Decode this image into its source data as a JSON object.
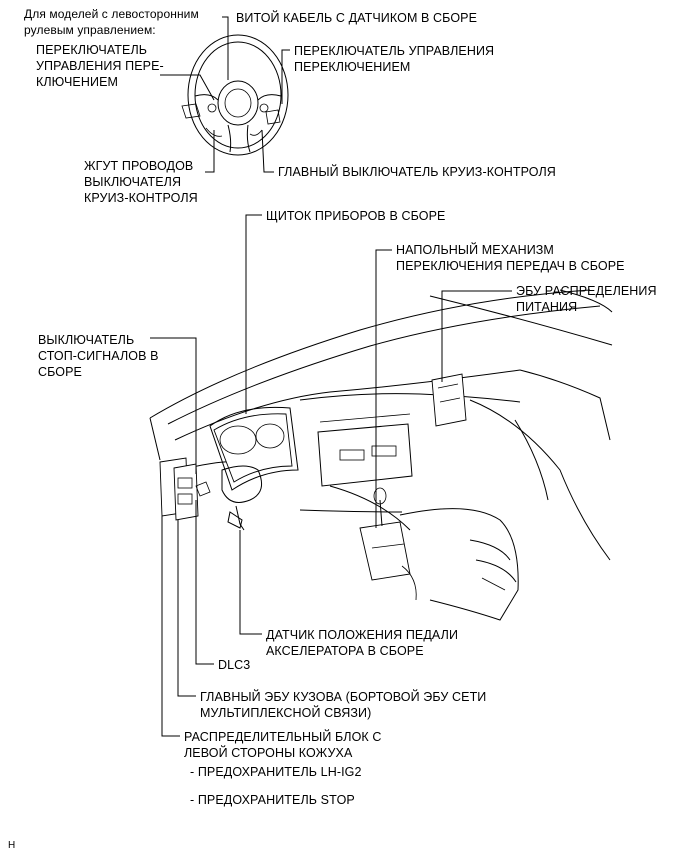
{
  "labels": {
    "lhd_note": "Для моделей с левосторонним\nрулевым управлением:",
    "spiral_cable": "ВИТОЙ КАБЕЛЬ С ДАТЧИКОМ В СБОРЕ",
    "shift_switch_left": "ПЕРЕКЛЮЧАТЕЛЬ\nУПРАВЛЕНИЯ ПЕРЕ-\nКЛЮЧЕНИЕМ",
    "shift_switch_right": "ПЕРЕКЛЮЧАТЕЛЬ УПРАВЛЕНИЯ\nПЕРЕКЛЮЧЕНИЕМ",
    "cruise_harness": "ЖГУТ ПРОВОДОВ\nВЫКЛЮЧАТЕЛЯ\nКРУИЗ-КОНТРОЛЯ",
    "cruise_main_switch": "ГЛАВНЫЙ ВЫКЛЮЧАТЕЛЬ КРУИЗ-КОНТРОЛЯ",
    "instrument_panel": "ЩИТОК ПРИБОРОВ В СБОРЕ",
    "floor_shift": "НАПОЛЬНЫЙ МЕХАНИЗМ\nПЕРЕКЛЮЧЕНИЯ ПЕРЕДАЧ В СБОРЕ",
    "power_dist_ecu": "ЭБУ РАСПРЕДЕЛЕНИЯ\nПИТАНИЯ",
    "stop_lamp_switch": "ВЫКЛЮЧАТЕЛЬ\nСТОП-СИГНАЛОВ В\nСБОРЕ",
    "accel_sensor": "ДАТЧИК ПОЛОЖЕНИЯ ПЕДАЛИ\nАКСЕЛЕРАТОРА В СБОРЕ",
    "dlc3": "DLC3",
    "main_body_ecu": "ГЛАВНЫЙ ЭБУ КУЗОВА (БОРТОВОЙ ЭБУ СЕТИ\nМУЛЬТИПЛЕКСНОЙ СВЯЗИ)",
    "junction_block": "РАСПРЕДЕЛИТЕЛЬНЫЙ БЛОК С\nЛЕВОЙ СТОРОНЫ КОЖУХА",
    "fuse_lh_ig2": "- ПРЕДОХРАНИТЕЛЬ LH-IG2",
    "fuse_stop": "- ПРЕДОХРАНИТЕЛЬ STOP",
    "figure_code": "H"
  }
}
